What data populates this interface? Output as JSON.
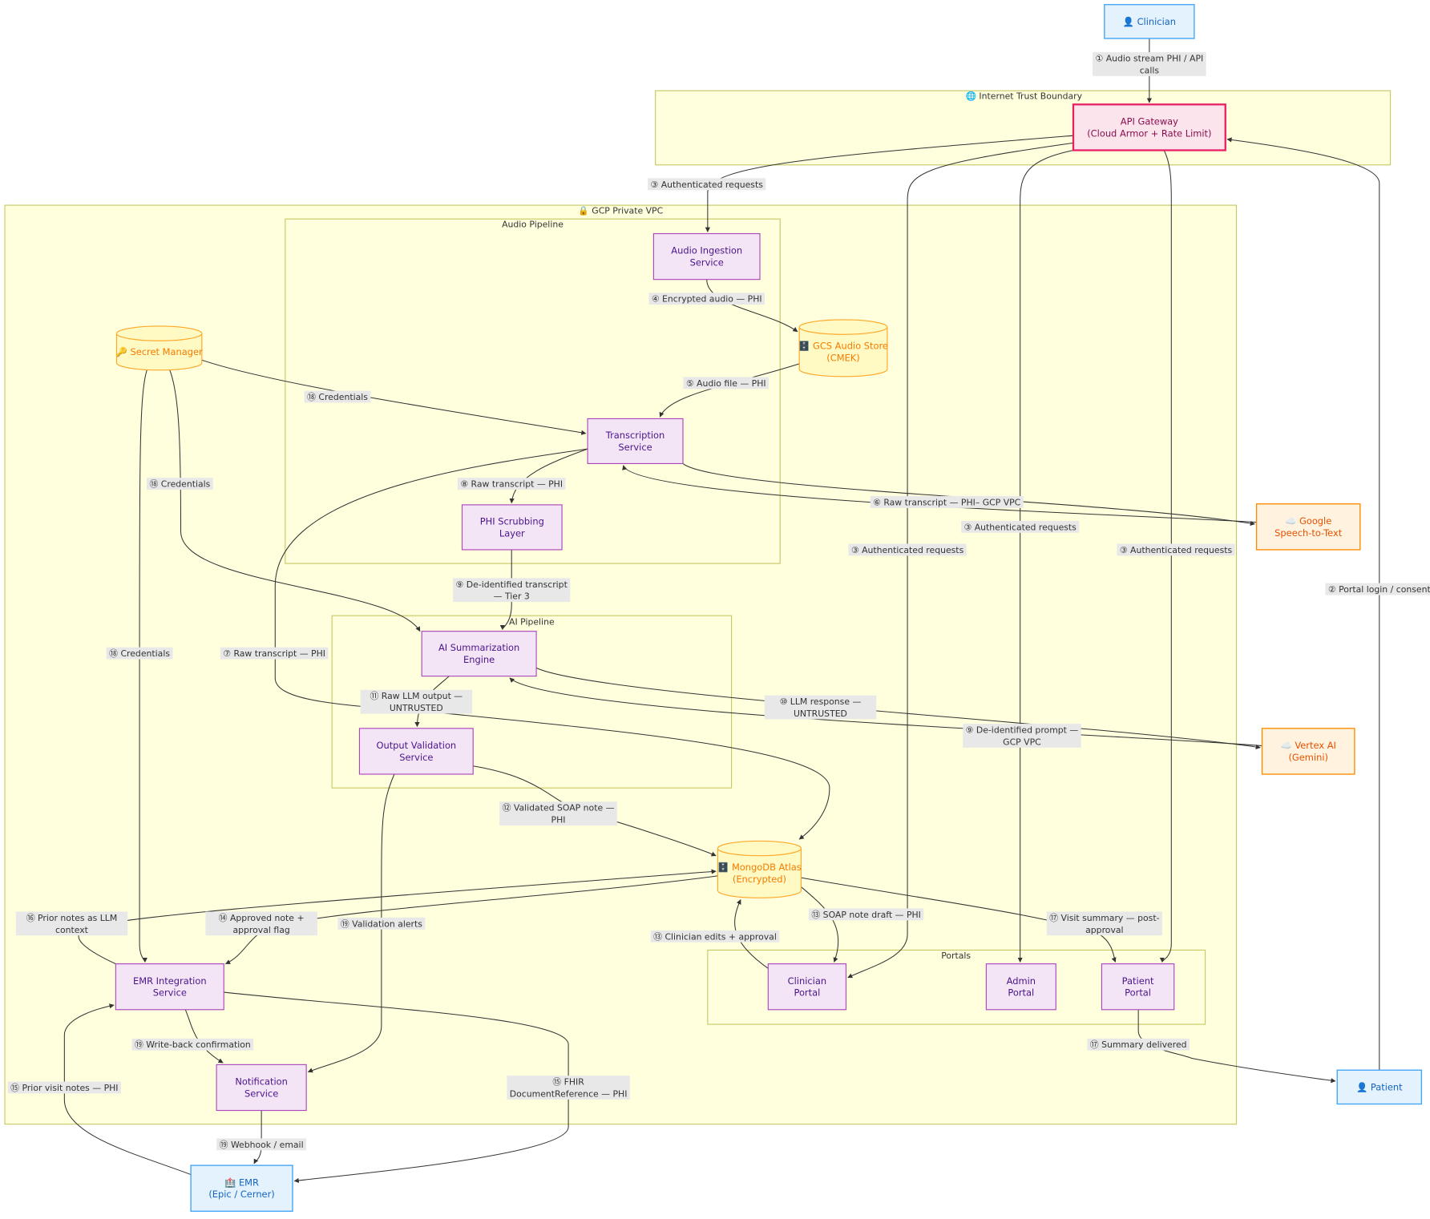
{
  "subgraphs": {
    "internet": "🌐 Internet Trust Boundary",
    "vpc": "🔒 GCP Private VPC",
    "audio": "Audio Pipeline",
    "ai": "AI Pipeline",
    "portals": "Portals"
  },
  "nodes": {
    "clinician": [
      "👤 Clinician"
    ],
    "api_gateway": [
      "API Gateway",
      "(Cloud Armor + Rate Limit)"
    ],
    "audio_ingestion": [
      "Audio Ingestion",
      "Service"
    ],
    "gcs": [
      "🗄️ GCS Audio Store",
      "(CMEK)"
    ],
    "secret_manager": [
      "🔑 Secret Manager"
    ],
    "transcription": [
      "Transcription",
      "Service"
    ],
    "phi_scrub": [
      "PHI Scrubbing",
      "Layer"
    ],
    "stt": [
      "☁️ Google",
      "Speech-to-Text"
    ],
    "ai_summ": [
      "AI Summarization",
      "Engine"
    ],
    "output_val": [
      "Output Validation",
      "Service"
    ],
    "vertex": [
      "☁️ Vertex AI",
      "(Gemini)"
    ],
    "mongodb": [
      "🗄️ MongoDB Atlas",
      "(Encrypted)"
    ],
    "emr_int": [
      "EMR Integration",
      "Service"
    ],
    "clinician_portal": [
      "Clinician",
      "Portal"
    ],
    "admin_portal": [
      "Admin",
      "Portal"
    ],
    "patient_portal": [
      "Patient",
      "Portal"
    ],
    "notification": [
      "Notification",
      "Service"
    ],
    "emr": [
      "🏥 EMR",
      "(Epic / Cerner)"
    ],
    "patient": [
      "👤 Patient"
    ]
  },
  "edges": [
    [
      "① Audio stream PHI / API",
      "calls"
    ],
    [
      "③ Authenticated requests"
    ],
    [
      "③ Authenticated requests"
    ],
    [
      "③ Authenticated requests"
    ],
    [
      "③ Authenticated requests"
    ],
    [
      "② Portal login / consent"
    ],
    [
      "④ Encrypted audio — PHI"
    ],
    [
      "⑤ Audio file — PHI"
    ],
    [
      "⑱ Credentials"
    ],
    [
      "⑥ Raw transcript — PHI– GCP VPC"
    ],
    [],
    [
      "⑧ Raw transcript — PHI"
    ],
    [
      "⑦ Raw transcript — PHI"
    ],
    [
      "⑨ De-identified transcript",
      "— Tier 3"
    ],
    [
      "⑱ Credentials"
    ],
    [
      "⑱ Credentials"
    ],
    [
      "⑨ De-identified prompt —",
      "GCP VPC"
    ],
    [
      "⑩ LLM response —",
      "UNTRUSTED"
    ],
    [
      "⑪ Raw LLM output —",
      "UNTRUSTED"
    ],
    [
      "⑫ Validated SOAP note —",
      "PHI"
    ],
    [
      "⑲ Validation alerts"
    ],
    [
      "⑬ SOAP note draft — PHI"
    ],
    [
      "⑬ Clinician edits + approval"
    ],
    [
      "⑭ Approved note +",
      "approval flag"
    ],
    [
      "⑯ Prior notes as LLM",
      "context"
    ],
    [
      "⑰ Visit summary — post-",
      "approval"
    ],
    [
      "⑮ FHIR",
      "DocumentReference — PHI"
    ],
    [
      "⑮ Prior visit notes — PHI"
    ],
    [
      "⑲ Write-back confirmation"
    ],
    [
      "⑲ Webhook / email"
    ],
    [
      "⑰ Summary delivered"
    ]
  ],
  "colors": {
    "actor_fill": "#e3f2fd",
    "actor_stroke": "#42a5f5",
    "actor_text": "#1565c0",
    "gateway_fill": "#fce4ec",
    "gateway_stroke": "#e91e63",
    "gateway_text": "#880e4f",
    "service_fill": "#f3e5f5",
    "service_stroke": "#ab47bc",
    "service_text": "#4a148c",
    "store_fill": "#fff9c4",
    "store_stroke": "#ffa726",
    "store_text": "#f57c00",
    "external_fill": "#fff3e0",
    "external_stroke": "#fb8c00",
    "external_text": "#e65100"
  }
}
